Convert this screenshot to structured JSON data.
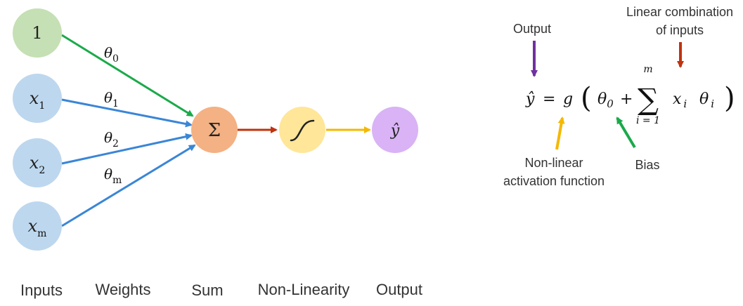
{
  "diagram": {
    "inputs": [
      {
        "main": "1",
        "sub": ""
      },
      {
        "main": "x",
        "sub": "1"
      },
      {
        "main": "x",
        "sub": "2"
      },
      {
        "main": "x",
        "sub": "m"
      }
    ],
    "weights": [
      {
        "main": "θ",
        "sub": "0"
      },
      {
        "main": "θ",
        "sub": "1"
      },
      {
        "main": "θ",
        "sub": "2"
      },
      {
        "main": "θ",
        "sub": "m"
      }
    ],
    "sum_symbol": "Σ",
    "output_symbol": "ŷ",
    "bottom_labels": {
      "inputs": "Inputs",
      "weights": "Weights",
      "sum": "Sum",
      "nonlinearity": "Non-Linearity",
      "output": "Output"
    },
    "colors": {
      "bias_node": "#c5e0b4",
      "input_node": "#bdd7ee",
      "sum_node": "#f4b183",
      "nonlin_node": "#ffe699",
      "output_node": "#d9b3f5",
      "bias_arrow": "#1aaa4a",
      "input_arrow": "#3a86d6",
      "sum_arrow": "#c0330f",
      "nonlin_arrow": "#f5b800",
      "output_annot_arrow": "#7030a0",
      "linear_annot_arrow": "#c0330f",
      "activation_annot_arrow": "#f5b800",
      "bias_annot_arrow": "#1aaa4a"
    }
  },
  "equation": {
    "yhat": "ŷ",
    "equals": "=",
    "g": "g",
    "lparen": "(",
    "rparen": ")",
    "theta": "θ",
    "theta0_sub": "0",
    "plus": "+",
    "sigma": "∑",
    "sum_upper": "m",
    "sum_lower": "i = 1",
    "x": "x",
    "x_sub": "i",
    "theta_i": "θ",
    "theta_i_sub": "i"
  },
  "annotations": {
    "output": "Output",
    "linear_line1": "Linear combination",
    "linear_line2": "of inputs",
    "activation_line1": "Non-linear",
    "activation_line2": "activation function",
    "bias": "Bias"
  }
}
